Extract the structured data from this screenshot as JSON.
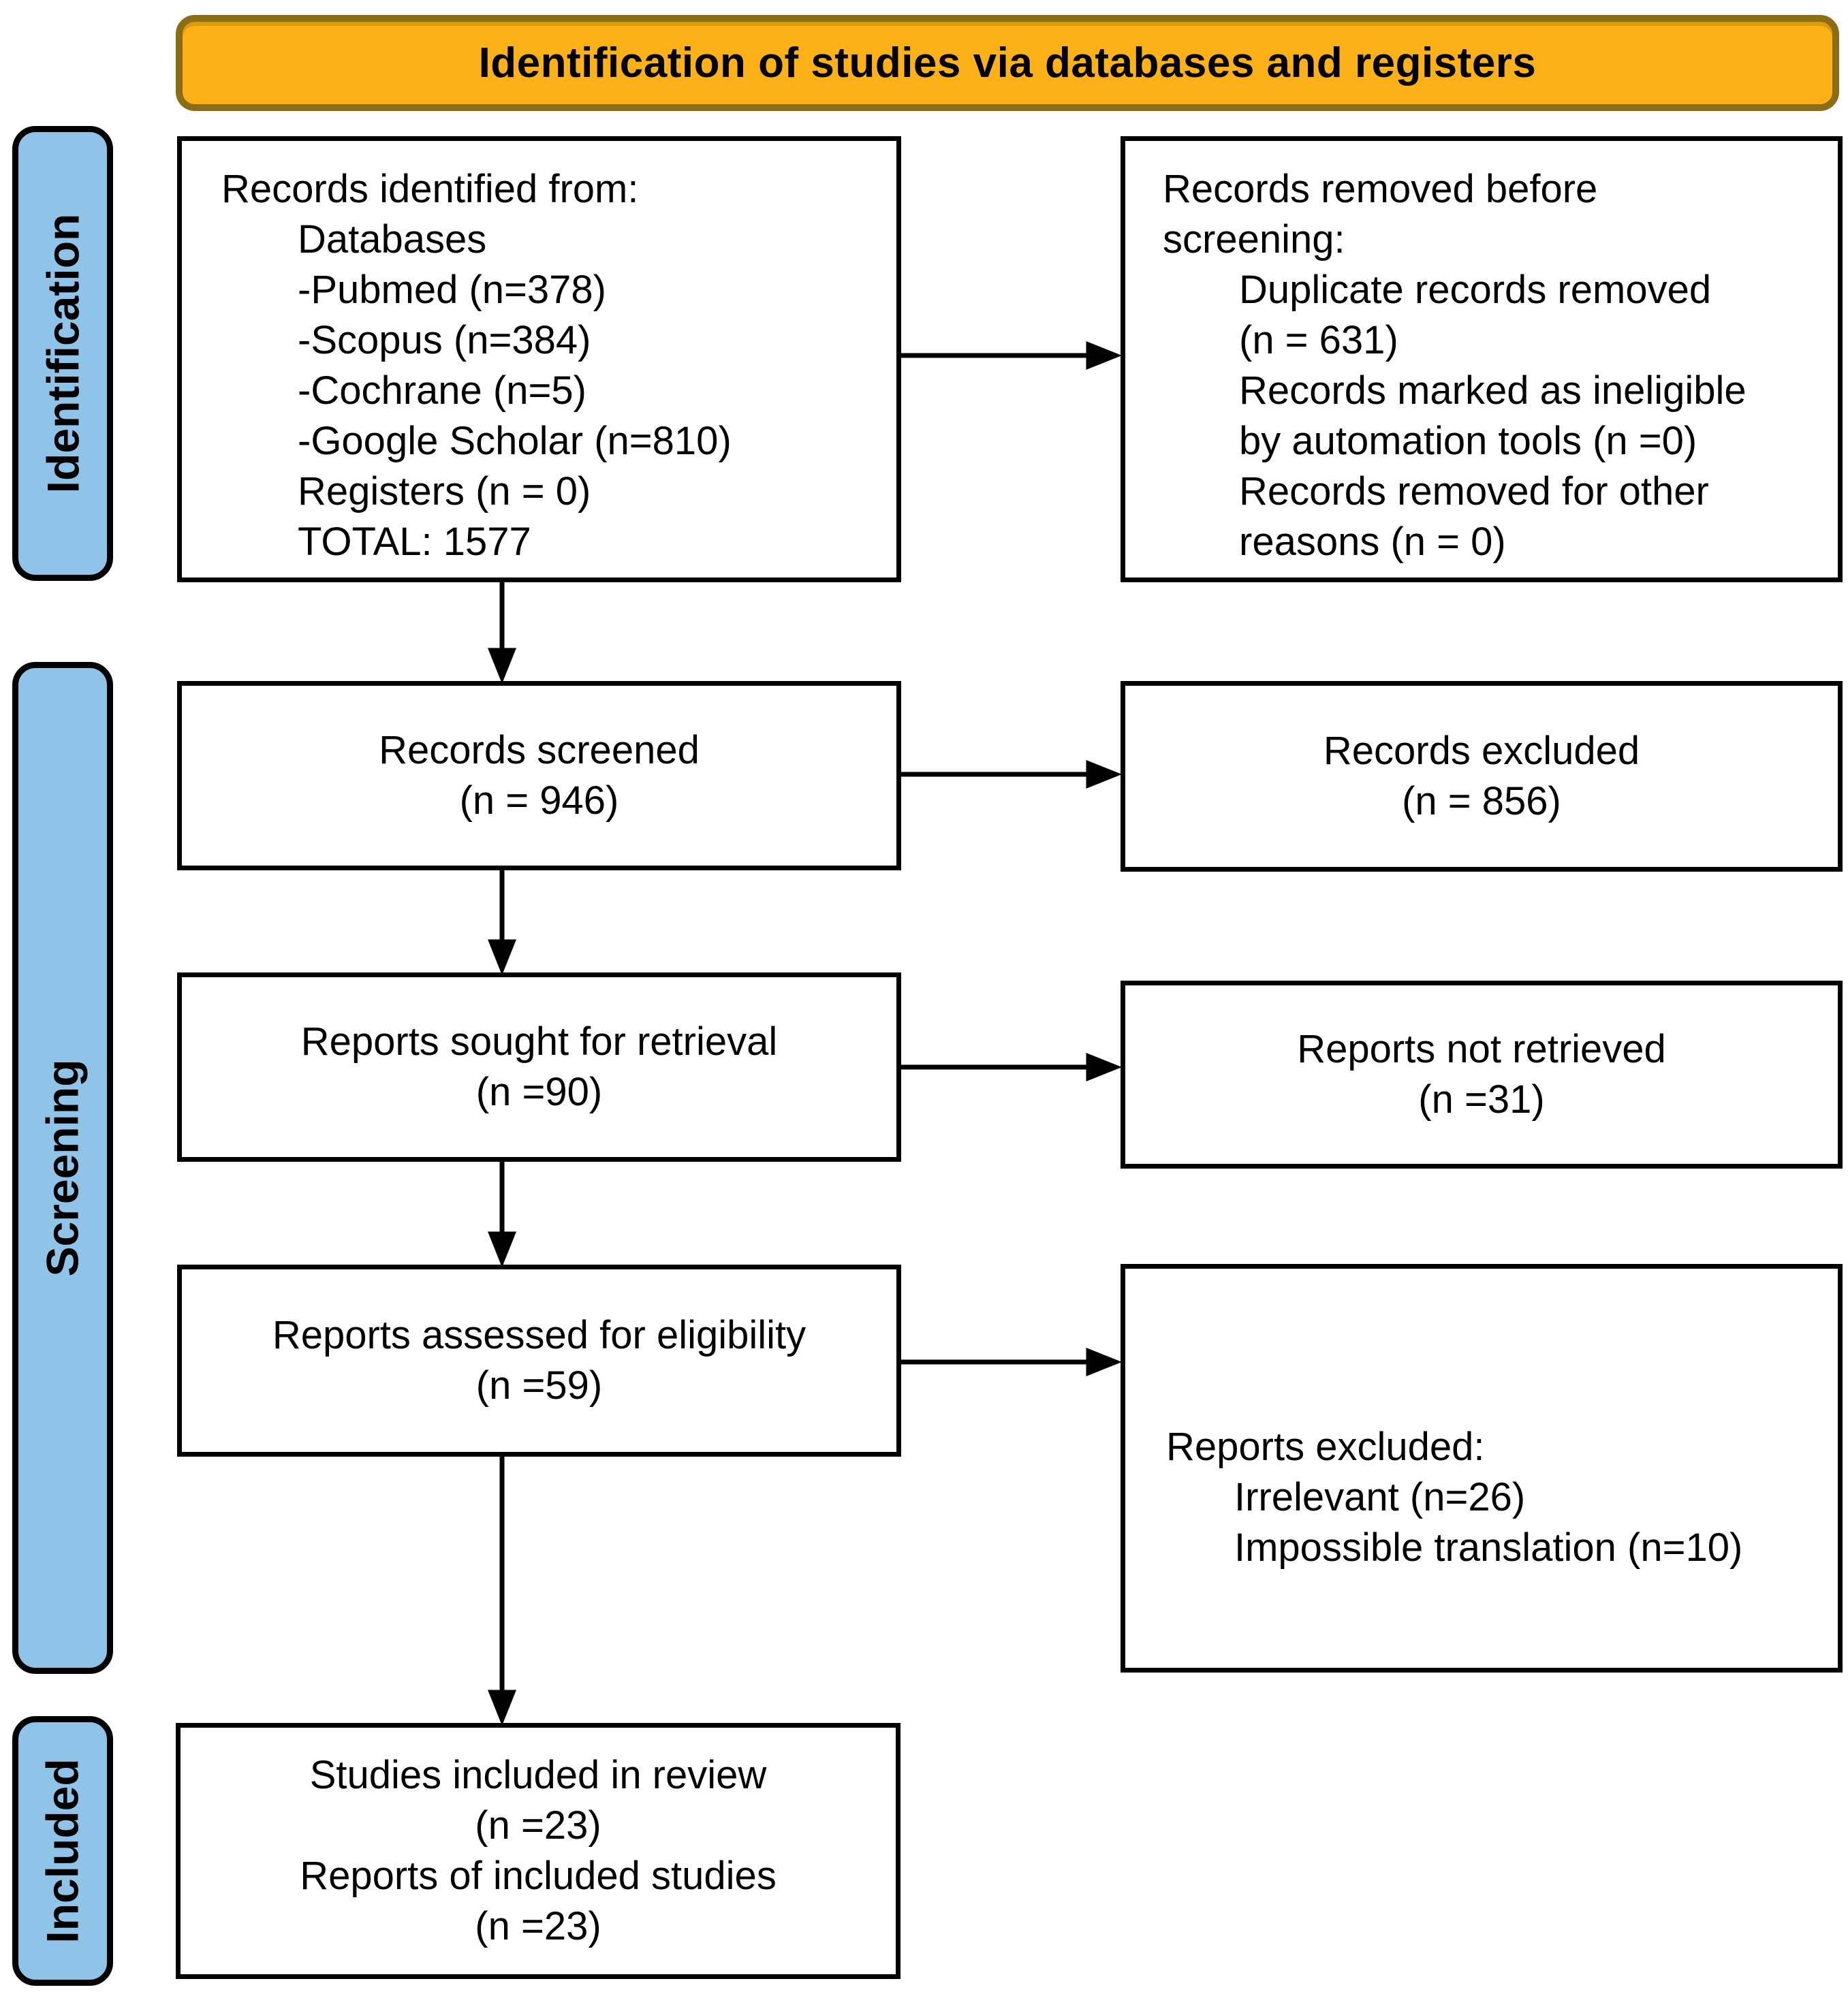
{
  "banner": {
    "label": "Identification of studies via databases and registers"
  },
  "sidebar": {
    "identification": "Identification",
    "screening": "Screening",
    "included": "Included"
  },
  "boxes": {
    "records_identified": {
      "lines": [
        {
          "t": "Records identified from:",
          "i": 0
        },
        {
          "t": "Databases",
          "i": 1
        },
        {
          "t": "-Pubmed (n=378)",
          "i": 1
        },
        {
          "t": "-Scopus (n=384)",
          "i": 1
        },
        {
          "t": "-Cochrane (n=5)",
          "i": 1
        },
        {
          "t": "-Google Scholar (n=810)",
          "i": 1
        },
        {
          "t": "Registers (n = 0)",
          "i": 1
        },
        {
          "t": "TOTAL: 1577",
          "i": 1
        }
      ]
    },
    "records_removed": {
      "lines": [
        {
          "t": "Records removed before",
          "i": 0
        },
        {
          "t": "screening:",
          "i": 0
        },
        {
          "t": "Duplicate records removed",
          "i": 1
        },
        {
          "t": "(n = 631)",
          "i": 1
        },
        {
          "t": "Records marked as ineligible",
          "i": 1
        },
        {
          "t": "by automation tools (n =0)",
          "i": 1
        },
        {
          "t": "Records removed for other",
          "i": 1
        },
        {
          "t": "reasons (n = 0)",
          "i": 1
        }
      ]
    },
    "records_screened": {
      "lines": [
        {
          "t": "Records screened",
          "i": 0
        },
        {
          "t": "(n = 946)",
          "i": 0
        }
      ]
    },
    "records_excluded": {
      "lines": [
        {
          "t": "Records excluded",
          "i": 0
        },
        {
          "t": "(n = 856)",
          "i": 0
        }
      ]
    },
    "reports_sought": {
      "lines": [
        {
          "t": "Reports sought for retrieval",
          "i": 0
        },
        {
          "t": "(n =90)",
          "i": 0
        }
      ]
    },
    "reports_not_retrieved": {
      "lines": [
        {
          "t": "Reports not retrieved",
          "i": 0
        },
        {
          "t": "(n =31)",
          "i": 0
        }
      ]
    },
    "reports_assessed": {
      "lines": [
        {
          "t": "Reports assessed for eligibility",
          "i": 0
        },
        {
          "t": "(n =59)",
          "i": 0
        }
      ]
    },
    "reports_excluded": {
      "lines": [
        {
          "t": "Reports excluded:",
          "i": 0
        },
        {
          "t": "Irrelevant (n=26)",
          "i": 1
        },
        {
          "t": "Impossible translation (n=10)",
          "i": 1
        }
      ]
    },
    "studies_included": {
      "lines": [
        {
          "t": "Studies included in review",
          "i": 0
        },
        {
          "t": "(n =23)",
          "i": 0
        },
        {
          "t": "Reports of included studies",
          "i": 0
        },
        {
          "t": "(n =23)",
          "i": 0
        }
      ]
    }
  },
  "colors": {
    "banner_fill": "#FBB117",
    "banner_border": "#8A6D15",
    "stage_fill": "#8FC3E8",
    "line": "#000000",
    "box_bg": "#FFFFFF"
  }
}
